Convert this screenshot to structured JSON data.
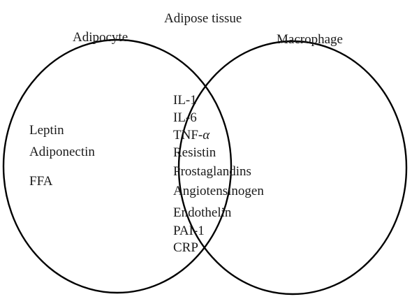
{
  "diagram": {
    "title": "Adipose tissue",
    "left_set": {
      "label": "Adipocyte",
      "items": [
        "Leptin",
        "Adiponectin",
        "FFA"
      ]
    },
    "right_set": {
      "label": "Macrophage",
      "items": []
    },
    "intersection": {
      "items": [
        "IL-1",
        "IL-6",
        "TNF-α",
        "Resistin",
        "Prostaglandins",
        "Angiotensinogen",
        "Endothelin",
        "PAI-1",
        "CRP"
      ]
    },
    "colors": {
      "stroke": "#000000",
      "text": "#1a1a1a",
      "background": "#ffffff"
    }
  }
}
